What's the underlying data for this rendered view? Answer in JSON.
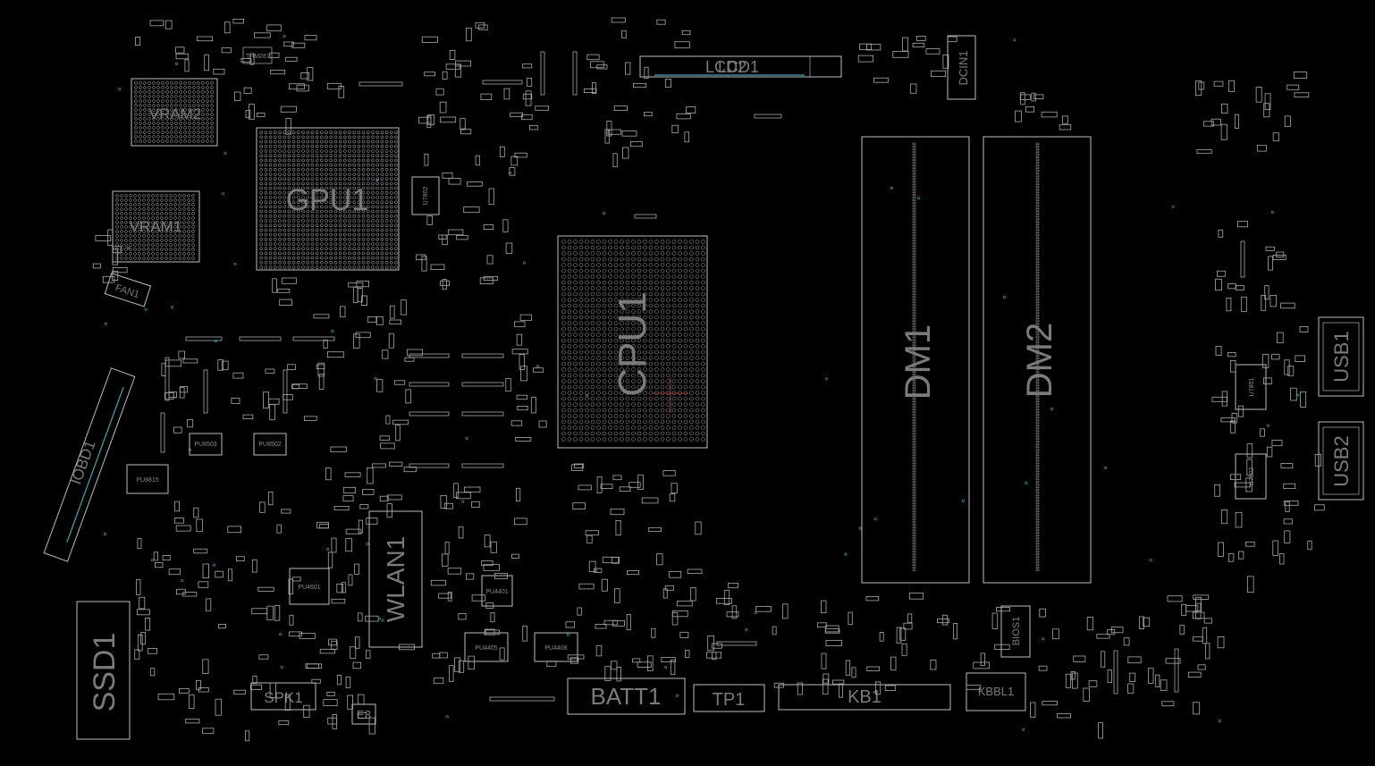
{
  "colors": {
    "background": "#000000",
    "outline": "#bdbdbd",
    "label": "#7b7b7b",
    "accent_cyan": "#3fa6b5"
  },
  "components": {
    "vram2": "VRAM2",
    "vram1": "VRAM1",
    "gpu1": "GPU1",
    "fan1": "FAN1",
    "lcd1": "LCD1",
    "lcd2": "LCD2",
    "dcin1": "DCIN1",
    "cpu1": "CPU1",
    "dm1": "DM1",
    "dm2": "DM2",
    "usb1": "USB1",
    "usb2": "USB2",
    "u7801": "U7801",
    "u7802": "U7802",
    "u7802b": "U7802",
    "iobd1": "IOBD1",
    "pu8815": "PU8815",
    "pu8503": "PU8503",
    "pu8502": "PU8502",
    "pu4601": "PU4601",
    "pu4401": "PU4401",
    "pu4405": "PU4405",
    "pu4408": "PU4408",
    "wlan1": "WLAN1",
    "ssd1": "SSD1",
    "spk1": "SPK1",
    "e3": "E3",
    "batt1": "BATT1",
    "tp1": "TP1",
    "kb1": "KB1",
    "kbbl1": "KBBL1",
    "bios1": "BIOS1",
    "thm": "THM281"
  }
}
